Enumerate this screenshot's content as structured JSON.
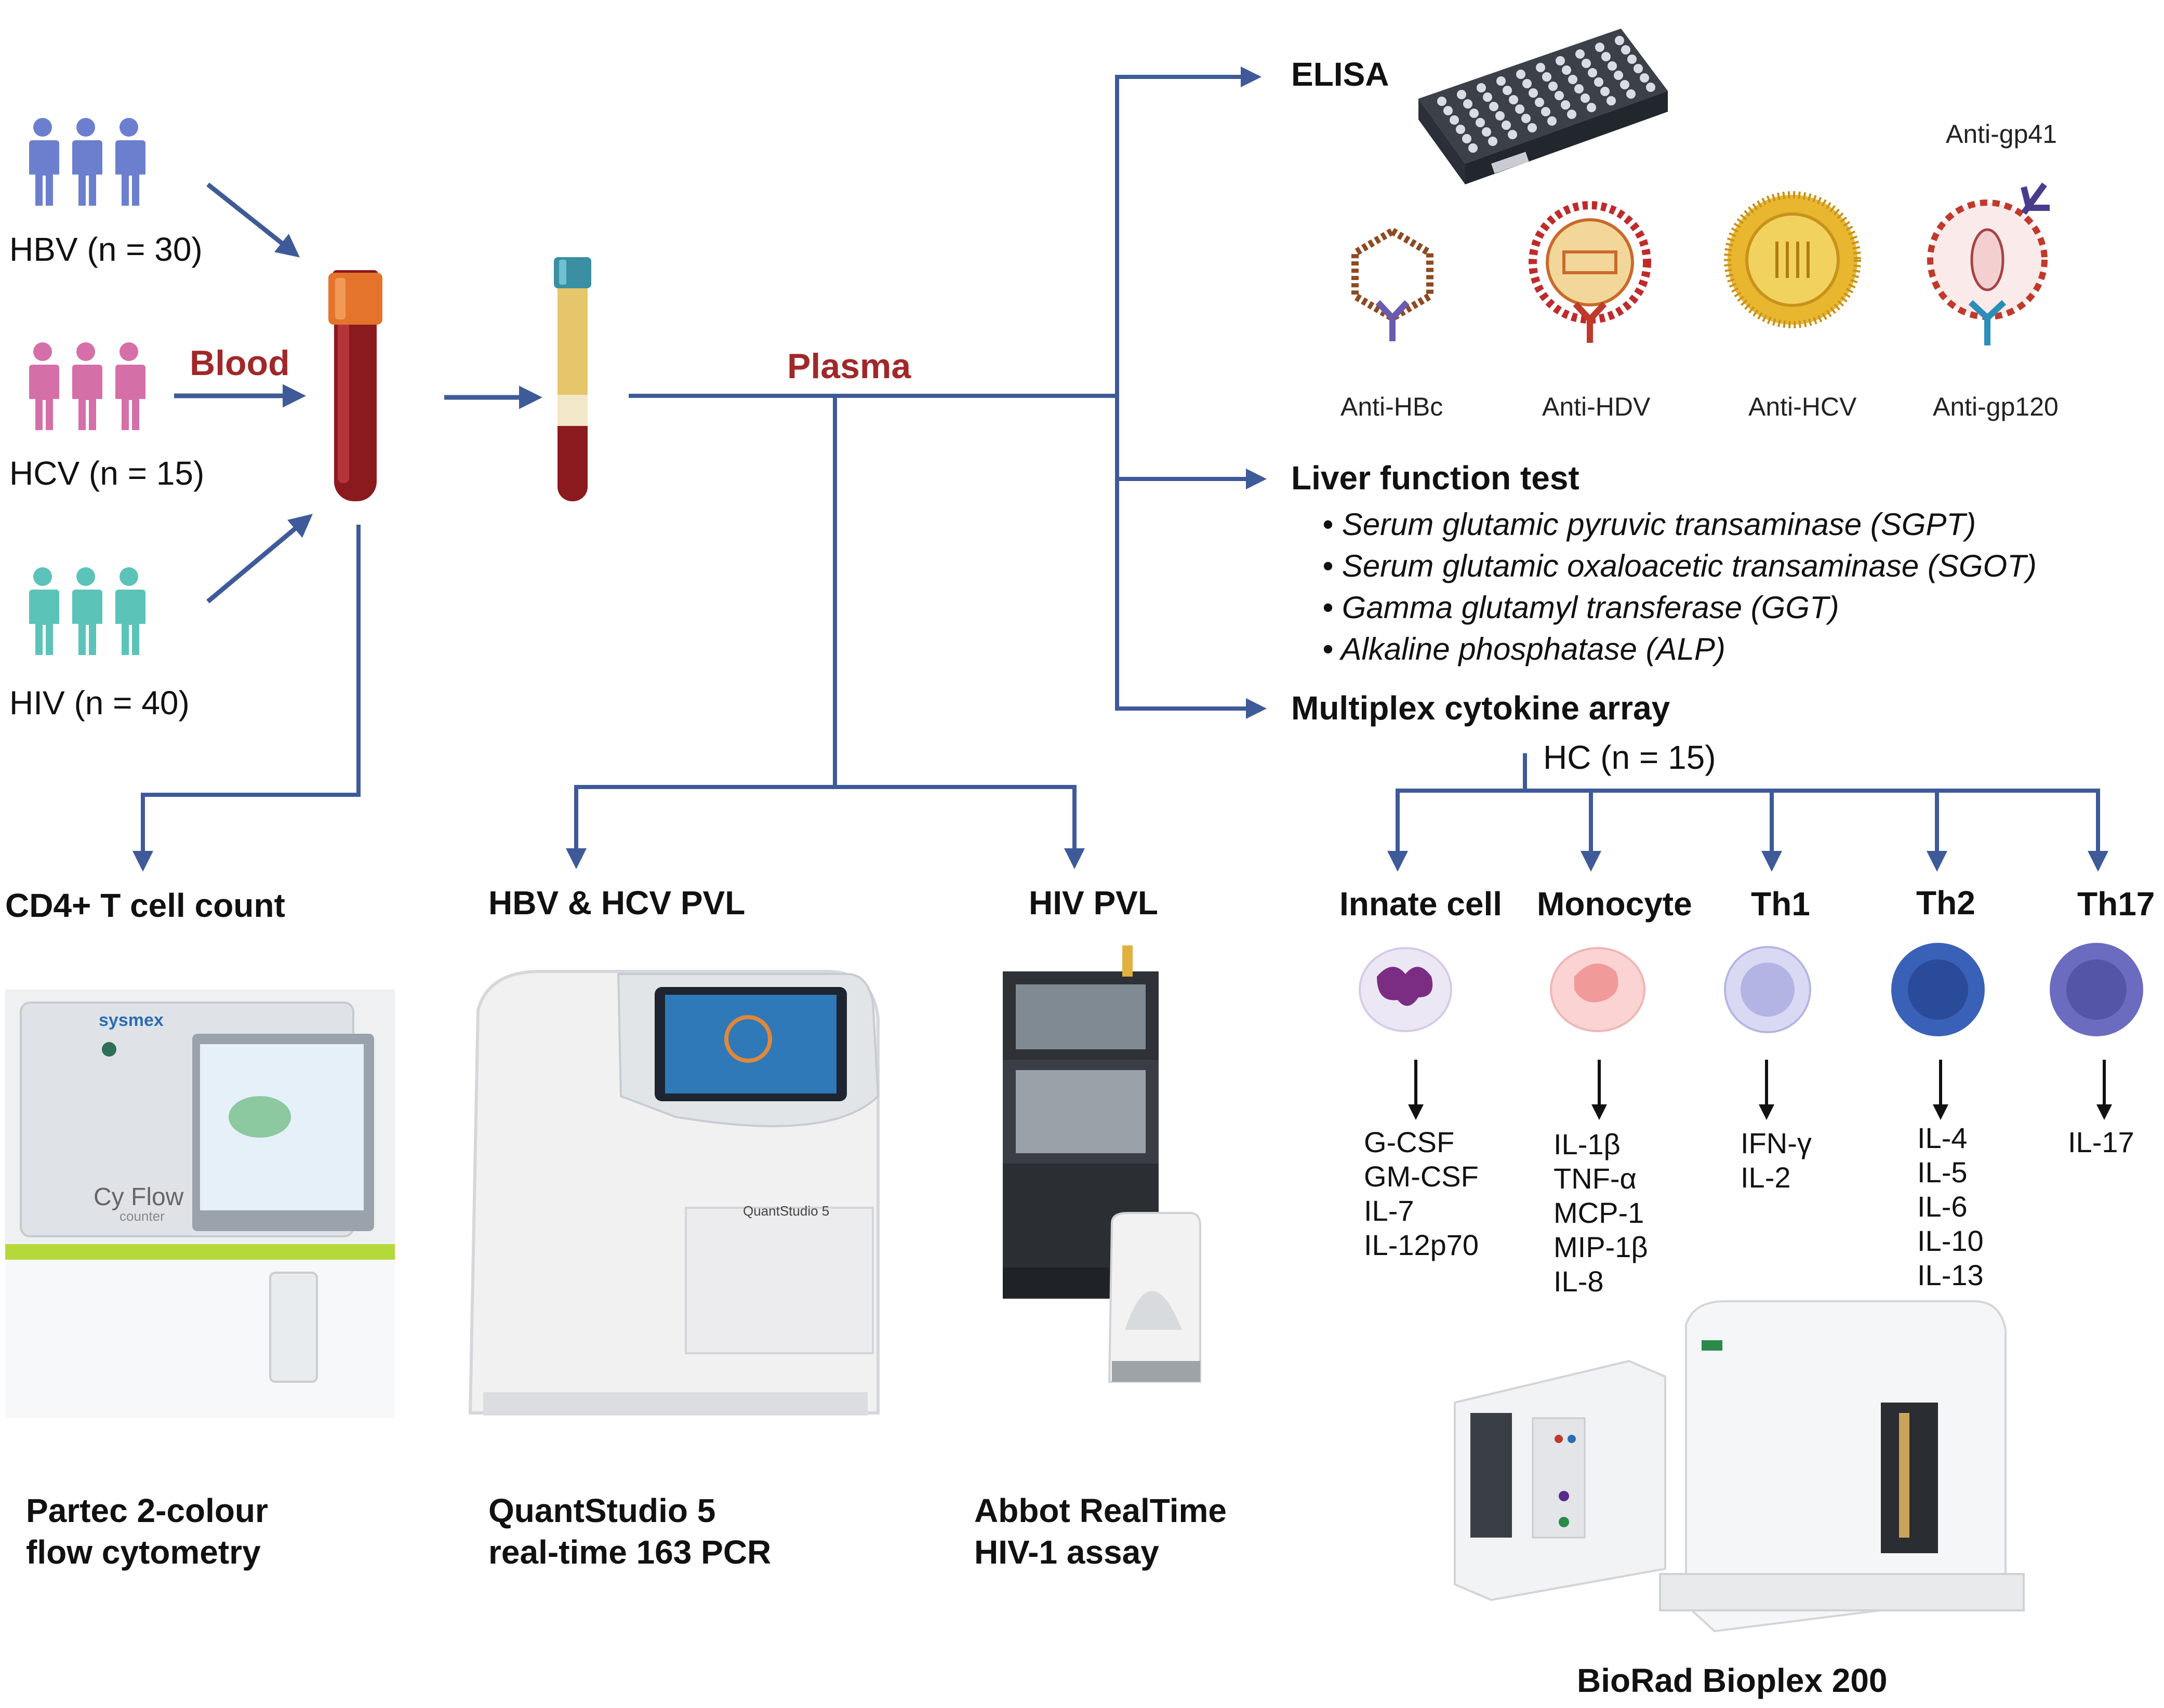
{
  "groups": {
    "hbv": "HBV (n = 30)",
    "hcv": "HCV (n = 15)",
    "hiv": "HIV (n = 40)",
    "blood": "Blood",
    "plasma": "Plasma"
  },
  "elisa": {
    "title": "ELISA",
    "antibodies": {
      "hbc": "Anti-HBc",
      "hdv": "Anti-HDV",
      "hcv": "Anti-HCV",
      "gp120": "Anti-gp120",
      "gp41": "Anti-gp41"
    }
  },
  "lft": {
    "title": "Liver function test",
    "items": [
      "Serum glutamic pyruvic transaminase (SGPT)",
      "Serum glutamic oxaloacetic transaminase (SGOT)",
      "Gamma glutamyl transferase (GGT)",
      "Alkaline phosphatase (ALP)"
    ]
  },
  "cytokine": {
    "title": "Multiplex cytokine array",
    "hc": "HC (n = 15)",
    "cells": [
      {
        "name": "Innate cell",
        "items": [
          "G-CSF",
          "GM-CSF",
          "IL-7",
          "IL-12p70"
        ]
      },
      {
        "name": "Monocyte",
        "items": [
          "IL-1β",
          "TNF-α",
          "MCP-1",
          "MIP-1β",
          "IL-8"
        ]
      },
      {
        "name": "Th1",
        "items": [
          "IFN-γ",
          "IL-2"
        ]
      },
      {
        "name": "Th2",
        "items": [
          "IL-4",
          "IL-5",
          "IL-6",
          "IL-10",
          "IL-13"
        ]
      },
      {
        "name": "Th17",
        "items": [
          "IL-17"
        ]
      }
    ]
  },
  "bottom": {
    "cd4": "CD4+ T cell count",
    "hbvhcv": "HBV & HCV PVL",
    "hivpvl": "HIV PVL"
  },
  "instruments": {
    "cytometry_1": "Partec 2-colour",
    "cytometry_2": "flow cytometry",
    "quant_1": "QuantStudio 5",
    "quant_2": "real-time 163 PCR",
    "abbott_1": "Abbot RealTime",
    "abbott_2": "HIV-1 assay",
    "bioplex": "BioRad Bioplex 200",
    "cyflow_label": "Cy Flow",
    "cyflow_sub": "counter",
    "sysmex_logo": "sysmex",
    "quant_logo": "QuantStudio 5"
  },
  "colors": {
    "arrow": "#3f5a99",
    "hbv": "#6c7fcf",
    "hcv": "#d56fa8",
    "hiv": "#5cc3b8",
    "blood": "#8b1a1f",
    "plasma_label": "#a0282a"
  }
}
